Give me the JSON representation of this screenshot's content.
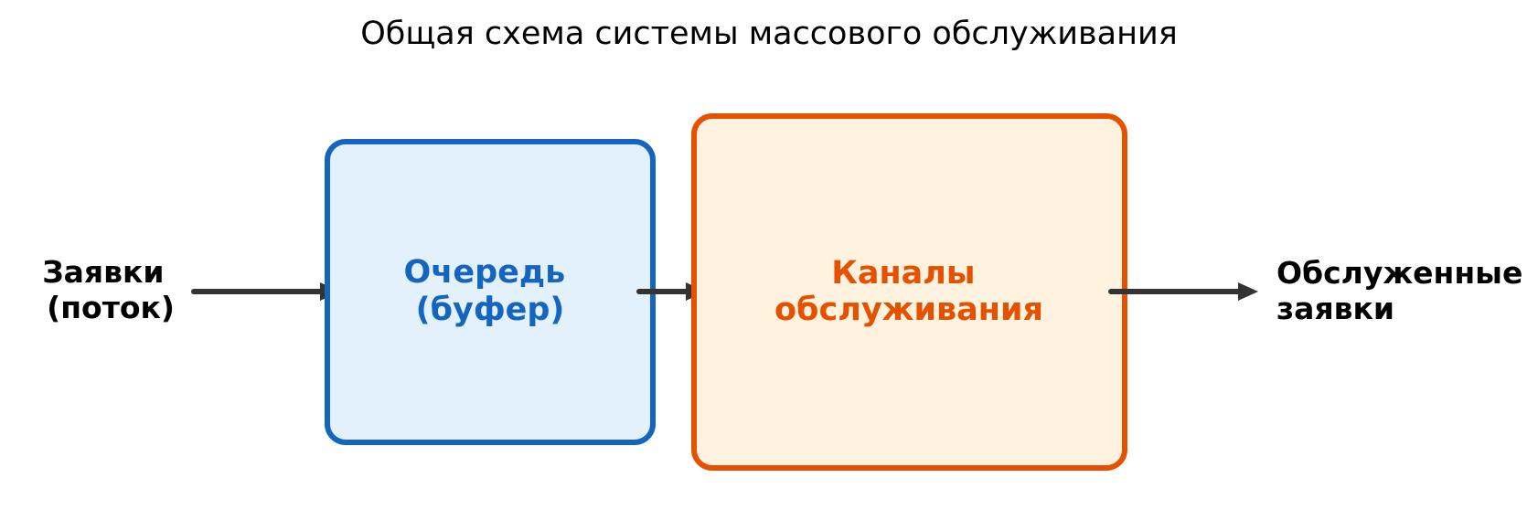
{
  "diagram": {
    "title": "Общая схема системы массового обслуживания",
    "input": {
      "lines": [
        "Заявки",
        "(поток)"
      ]
    },
    "queue": {
      "lines": [
        "Очередь",
        "(буфер)"
      ],
      "fill": "#e3f1fc",
      "stroke": "#1565c0",
      "text_color": "#1565c0"
    },
    "channels": {
      "lines": [
        "Каналы",
        "обслуживания"
      ],
      "fill": "#fff2de",
      "stroke": "#e65100",
      "text_color": "#e65100"
    },
    "output": {
      "lines": [
        "Обслуженные",
        "заявки"
      ]
    },
    "arrow_color": "#333333"
  }
}
